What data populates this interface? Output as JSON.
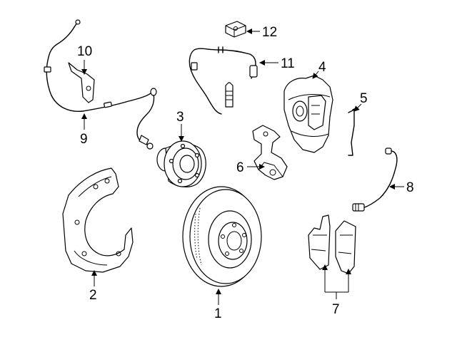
{
  "diagram": {
    "parts": [
      {
        "number": "1",
        "icon": "brake-rotor-icon"
      },
      {
        "number": "2",
        "icon": "splash-shield-icon"
      },
      {
        "number": "3",
        "icon": "wheel-hub-icon"
      },
      {
        "number": "4",
        "icon": "brake-caliper-icon"
      },
      {
        "number": "5",
        "icon": "retaining-spring-icon"
      },
      {
        "number": "6",
        "icon": "caliper-carrier-icon"
      },
      {
        "number": "7",
        "icon": "brake-pads-icon"
      },
      {
        "number": "8",
        "icon": "wear-sensor-icon"
      },
      {
        "number": "9",
        "icon": "abs-sensor-icon"
      },
      {
        "number": "10",
        "icon": "sensor-bracket-icon"
      },
      {
        "number": "11",
        "icon": "brake-hose-icon"
      },
      {
        "number": "12",
        "icon": "clip-icon"
      }
    ]
  }
}
